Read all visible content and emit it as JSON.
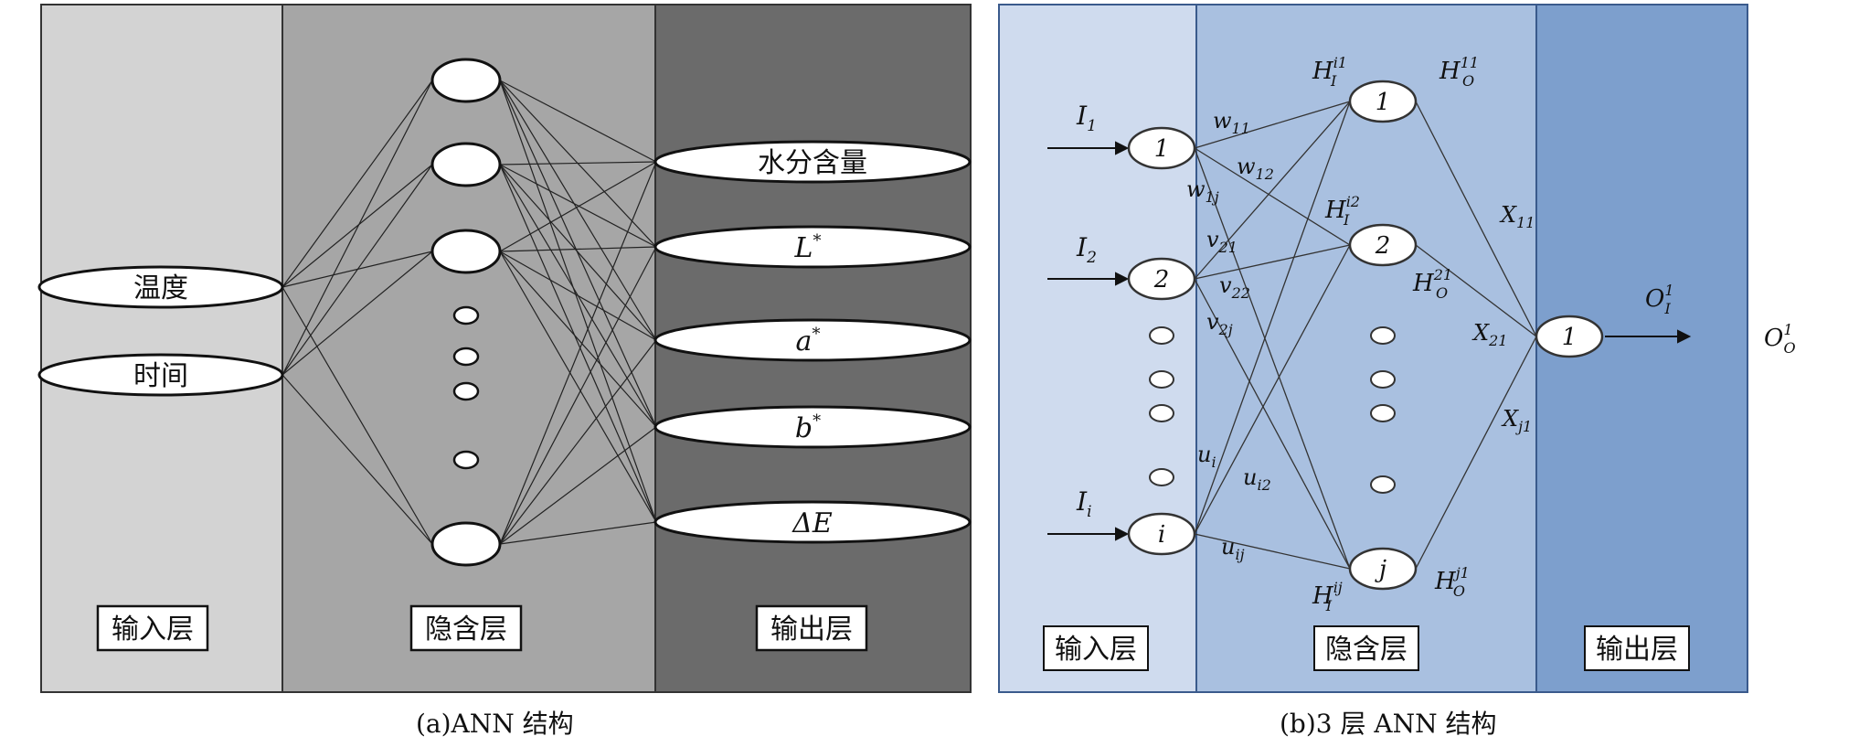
{
  "diagram_a": {
    "caption": "(a)ANN 结构",
    "layer_labels": [
      "输入层",
      "隐含层",
      "输出层"
    ],
    "inputs": [
      "温度",
      "时间"
    ],
    "outputs": [
      "水分含量",
      "L",
      "a",
      "b",
      "ΔE"
    ],
    "output_superscript": "*"
  },
  "diagram_b": {
    "caption": "(b)3 层 ANN 结构",
    "layer_labels": [
      "输入层",
      "隐含层",
      "输出层"
    ],
    "input_nodes": [
      "1",
      "2",
      "i"
    ],
    "input_signals": [
      {
        "base": "I",
        "sub": "1"
      },
      {
        "base": "I",
        "sub": "2"
      },
      {
        "base": "I",
        "sub": "i"
      }
    ],
    "hidden_nodes": [
      "1",
      "2",
      "j"
    ],
    "output_node": "1",
    "weights": [
      {
        "base": "w",
        "sub": "11"
      },
      {
        "base": "w",
        "sub": "12"
      },
      {
        "base": "w",
        "sub": "1j"
      },
      {
        "base": "v",
        "sub": "21"
      },
      {
        "base": "v",
        "sub": "22"
      },
      {
        "base": "v",
        "sub": "2j"
      },
      {
        "base": "u",
        "sub": "i"
      },
      {
        "base": "u",
        "sub": "i2"
      },
      {
        "base": "u",
        "sub": "ij"
      },
      {
        "base": "X",
        "sub": "11"
      },
      {
        "base": "X",
        "sub": "21"
      },
      {
        "base": "X",
        "sub": "j1"
      }
    ],
    "hidden_labels": [
      {
        "base": "H",
        "sub": "I",
        "sup": "i1"
      },
      {
        "base": "H",
        "sub": "O",
        "sup": "11"
      },
      {
        "base": "H",
        "sub": "I",
        "sup": "i2"
      },
      {
        "base": "H",
        "sub": "O",
        "sup": "21"
      },
      {
        "base": "H",
        "sub": "I",
        "sup": "ij"
      },
      {
        "base": "H",
        "sub": "O",
        "sup": "j1"
      }
    ],
    "output_labels": [
      {
        "base": "O",
        "sub": "I",
        "sup": "1"
      },
      {
        "base": "O",
        "sub": "O",
        "sup": "1"
      }
    ]
  }
}
